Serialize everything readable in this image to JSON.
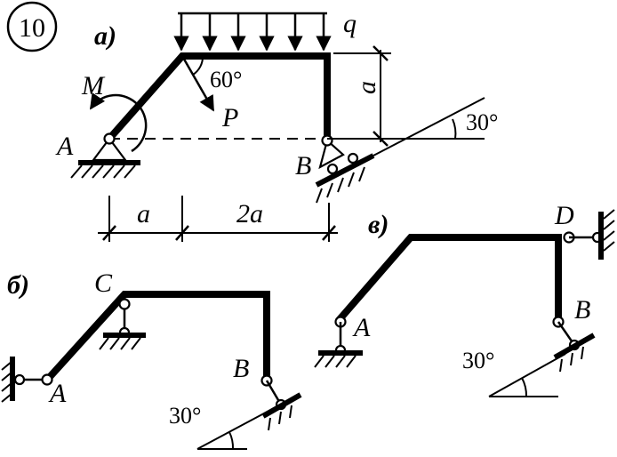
{
  "problem_number": "10",
  "subfigures": {
    "a": {
      "tag": "а)",
      "labels": {
        "A": "A",
        "B": "B",
        "M": "M",
        "P": "P",
        "q": "q"
      },
      "angle_force": "60°",
      "angle_support": "30°",
      "dim_vertical": "a",
      "dim_left": "a",
      "dim_right": "2a"
    },
    "b": {
      "tag": "б)",
      "labels": {
        "A": "A",
        "B": "B",
        "C": "C"
      },
      "angle": "30°"
    },
    "c": {
      "tag": "в)",
      "labels": {
        "A": "A",
        "B": "B",
        "D": "D"
      },
      "angle": "30°"
    }
  }
}
